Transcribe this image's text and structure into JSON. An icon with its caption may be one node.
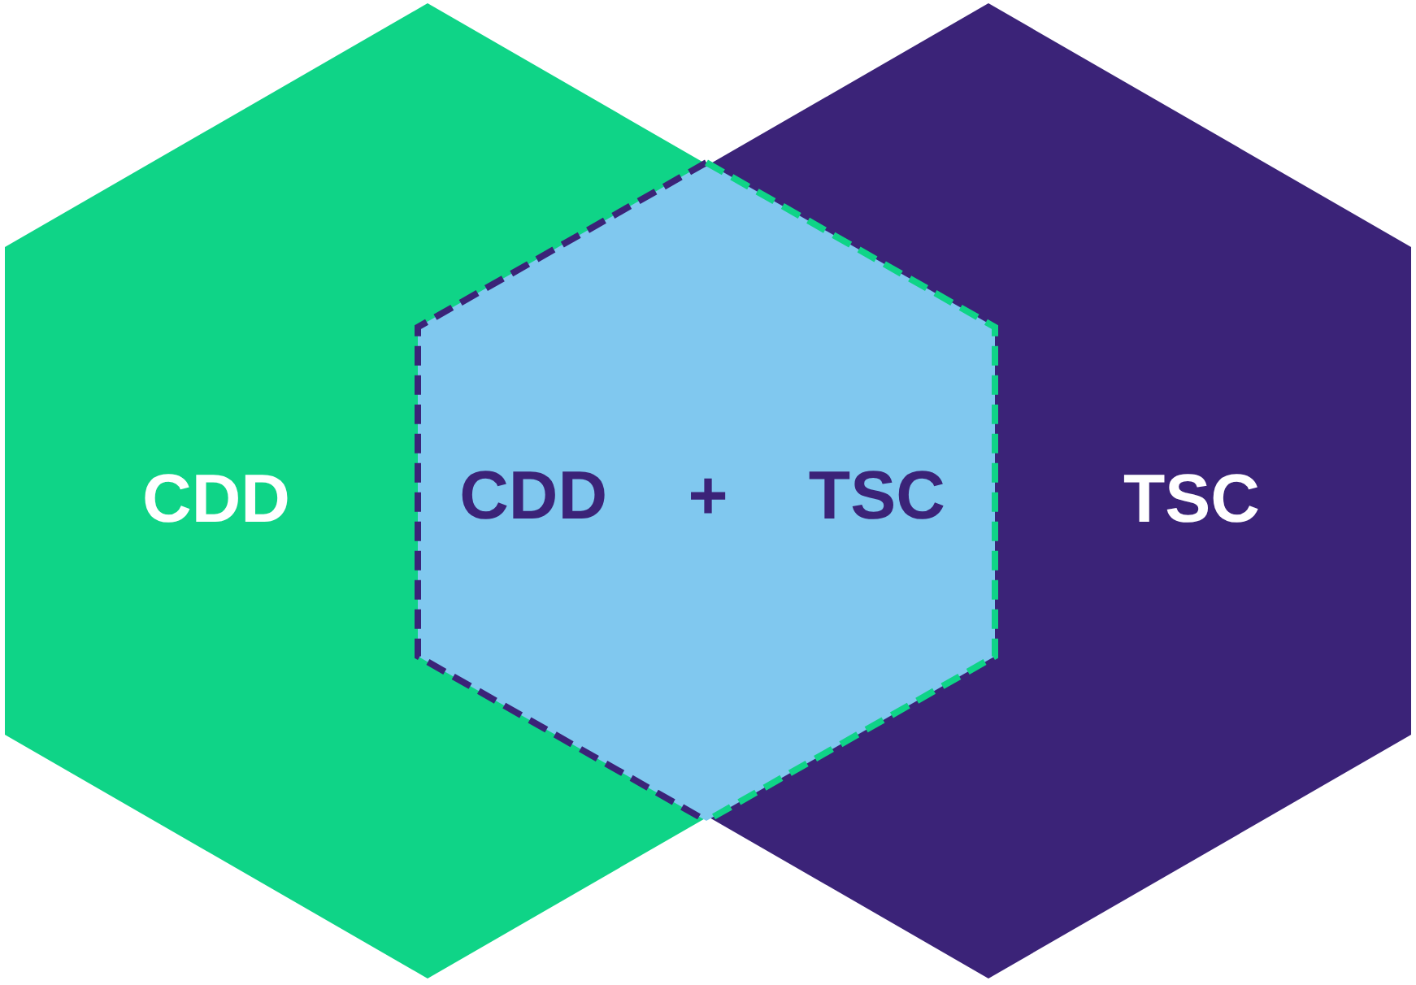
{
  "diagram": {
    "nodes": [
      {
        "text": [
          "CDD"
        ]
      },
      {
        "text": [
          "TSC"
        ]
      },
      {
        "text": [
          "CDD + TSC"
        ]
      }
    ]
  }
}
